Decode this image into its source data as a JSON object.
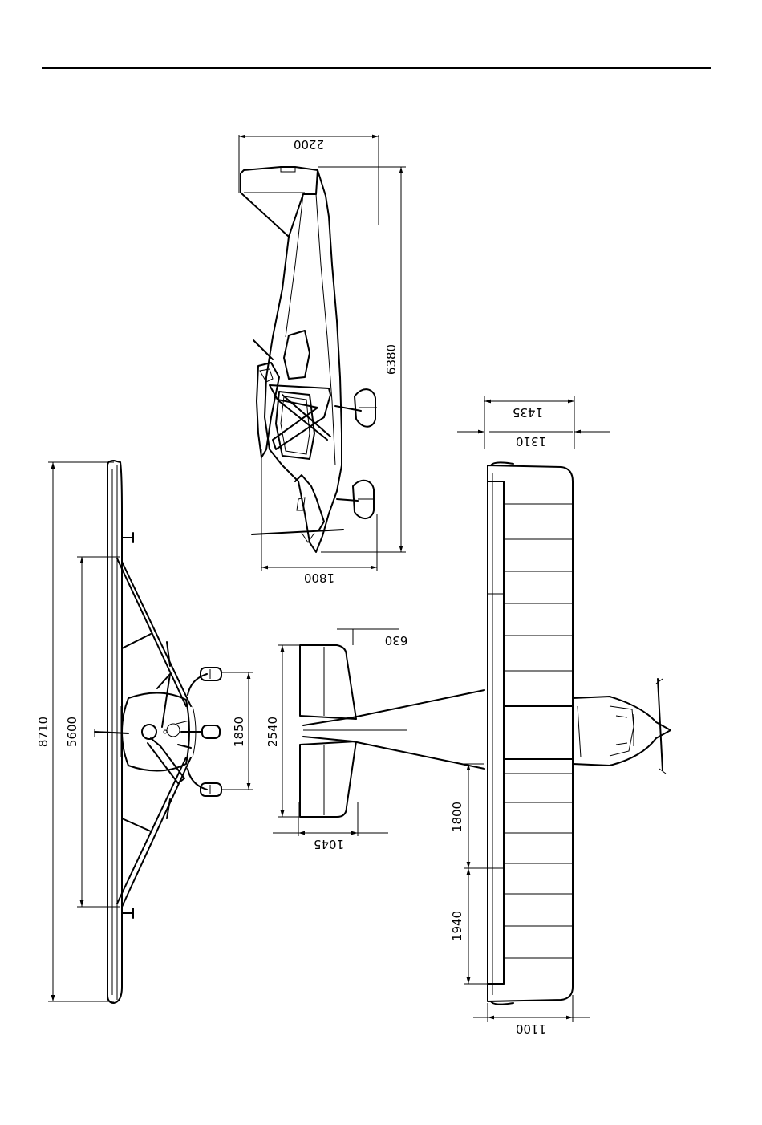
{
  "drawing": {
    "dimensions": {
      "side_length": "2200",
      "side_fuselage_length": "6380",
      "side_height": "1800",
      "top_chord_outer": "1435",
      "top_chord_inner": "1310",
      "tail_offset": "630",
      "tail_span": "2540",
      "tail_chord": "1045",
      "flap_span": "1800",
      "aileron_span": "1940",
      "wing_chord": "1100",
      "front_span": "8710",
      "front_strut_span": "5600",
      "front_track": "1850"
    }
  }
}
